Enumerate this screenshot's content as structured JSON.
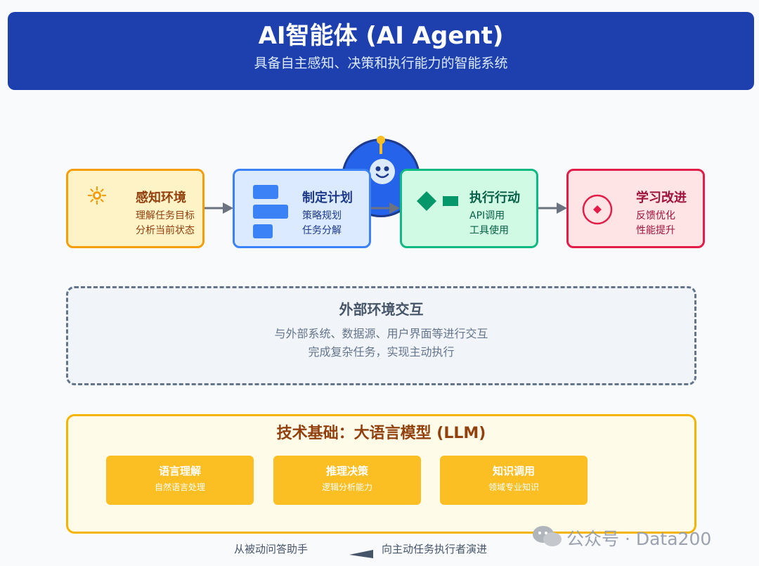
{
  "header": {
    "title": "AI智能体 (AI Agent)",
    "subtitle": "具备自主感知、决策和执行能力的智能系统"
  },
  "steps": [
    {
      "title": "感知环境",
      "line1": "理解任务目标",
      "line2": "分析当前状态",
      "icon": "sun-icon"
    },
    {
      "title": "制定计划",
      "line1": "策略规划",
      "line2": "任务分解",
      "icon": "plan-bars-icon"
    },
    {
      "title": "执行行动",
      "line1": "API调用",
      "line2": "工具使用",
      "icon": "diamond-rect-icon"
    },
    {
      "title": "学习改进",
      "line1": "反馈优化",
      "line2": "性能提升",
      "icon": "target-icon"
    }
  ],
  "external": {
    "title": "外部环境交互",
    "line1": "与外部系统、数据源、用户界面等进行交互",
    "line2": "完成复杂任务，实现主动执行"
  },
  "llm": {
    "title": "技术基础：大语言模型 (LLM)",
    "cards": [
      {
        "title": "语言理解",
        "desc": "自然语言处理"
      },
      {
        "title": "推理决策",
        "desc": "逻辑分析能力"
      },
      {
        "title": "知识调用",
        "desc": "领域专业知识"
      }
    ]
  },
  "footer": {
    "left": "从被动问答助手",
    "right": "向主动任务执行者演进"
  },
  "watermark": "公众号 · Data200",
  "colors": {
    "header": "#1e40af",
    "perceive": "#f59e0b",
    "plan": "#3b82f6",
    "act": "#10b981",
    "learn": "#e11d48",
    "llm": "#fbbf24"
  }
}
